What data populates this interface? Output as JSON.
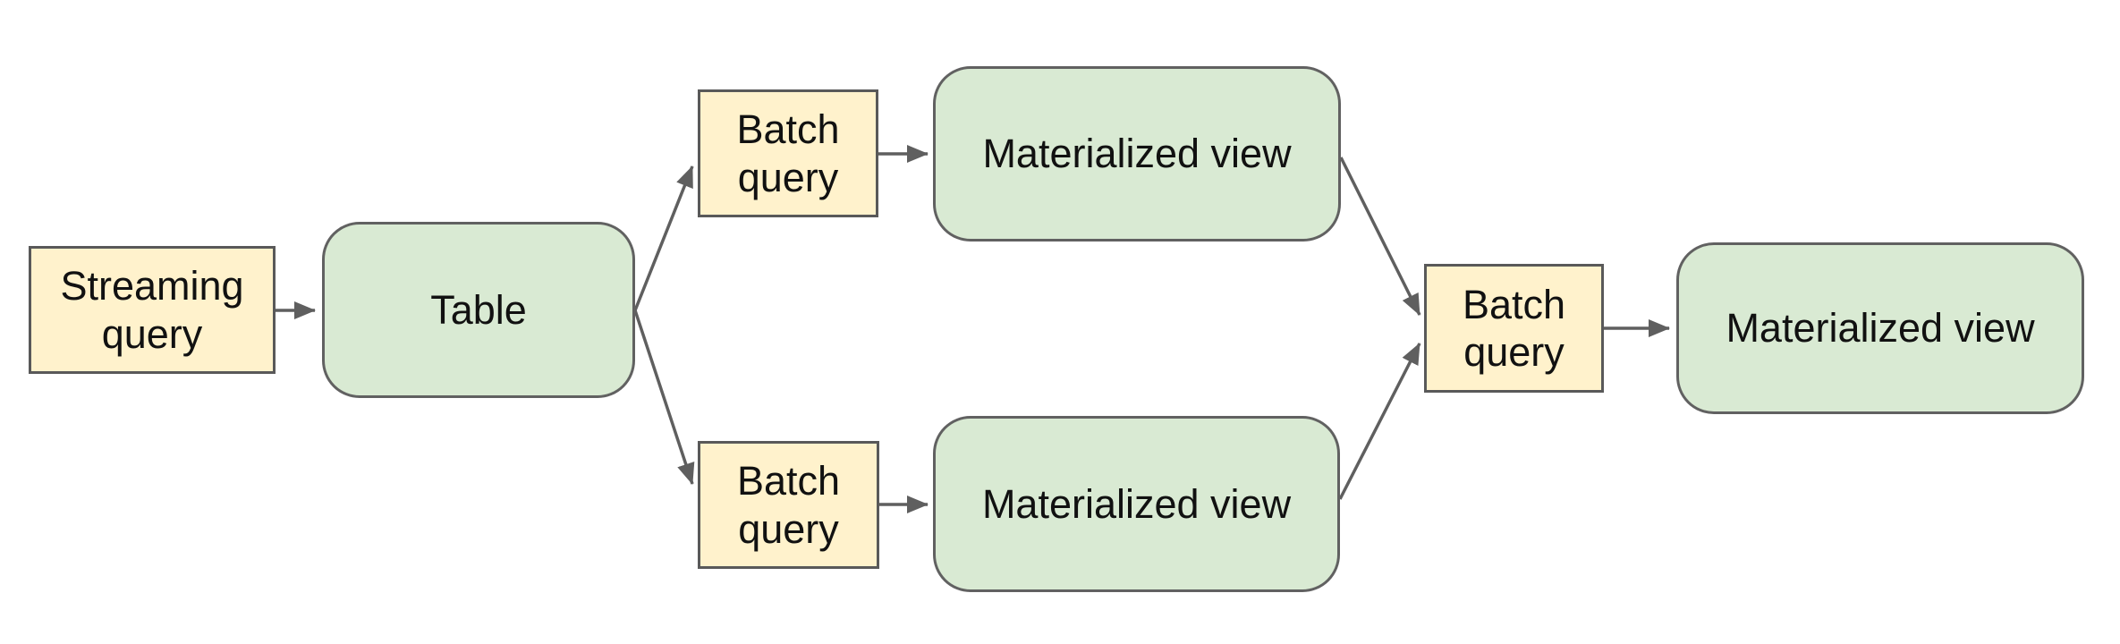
{
  "diagram": {
    "background_color": "#ffffff",
    "colors": {
      "query_node_fill": "#fff2cc",
      "query_node_border": "#595959",
      "view_node_fill": "#d9ead3",
      "view_node_border": "#616161",
      "arrow_stroke": "#5f5f5f",
      "text_color": "#111111"
    },
    "nodes": [
      {
        "id": "streaming-query",
        "label": "Streaming query",
        "kind": "query"
      },
      {
        "id": "table",
        "label": "Table",
        "kind": "view"
      },
      {
        "id": "batch-query-top",
        "label": "Batch query",
        "kind": "query"
      },
      {
        "id": "materialized-view-top",
        "label": "Materialized view",
        "kind": "view"
      },
      {
        "id": "batch-query-bottom",
        "label": "Batch query",
        "kind": "query"
      },
      {
        "id": "materialized-view-bottom",
        "label": "Materialized view",
        "kind": "view"
      },
      {
        "id": "batch-query-merge",
        "label": "Batch query",
        "kind": "query"
      },
      {
        "id": "materialized-view-final",
        "label": "Materialized view",
        "kind": "view"
      }
    ],
    "edges": [
      {
        "from": "streaming-query",
        "to": "table"
      },
      {
        "from": "table",
        "to": "batch-query-top"
      },
      {
        "from": "table",
        "to": "batch-query-bottom"
      },
      {
        "from": "batch-query-top",
        "to": "materialized-view-top"
      },
      {
        "from": "batch-query-bottom",
        "to": "materialized-view-bottom"
      },
      {
        "from": "materialized-view-top",
        "to": "batch-query-merge"
      },
      {
        "from": "materialized-view-bottom",
        "to": "batch-query-merge"
      },
      {
        "from": "batch-query-merge",
        "to": "materialized-view-final"
      }
    ]
  }
}
